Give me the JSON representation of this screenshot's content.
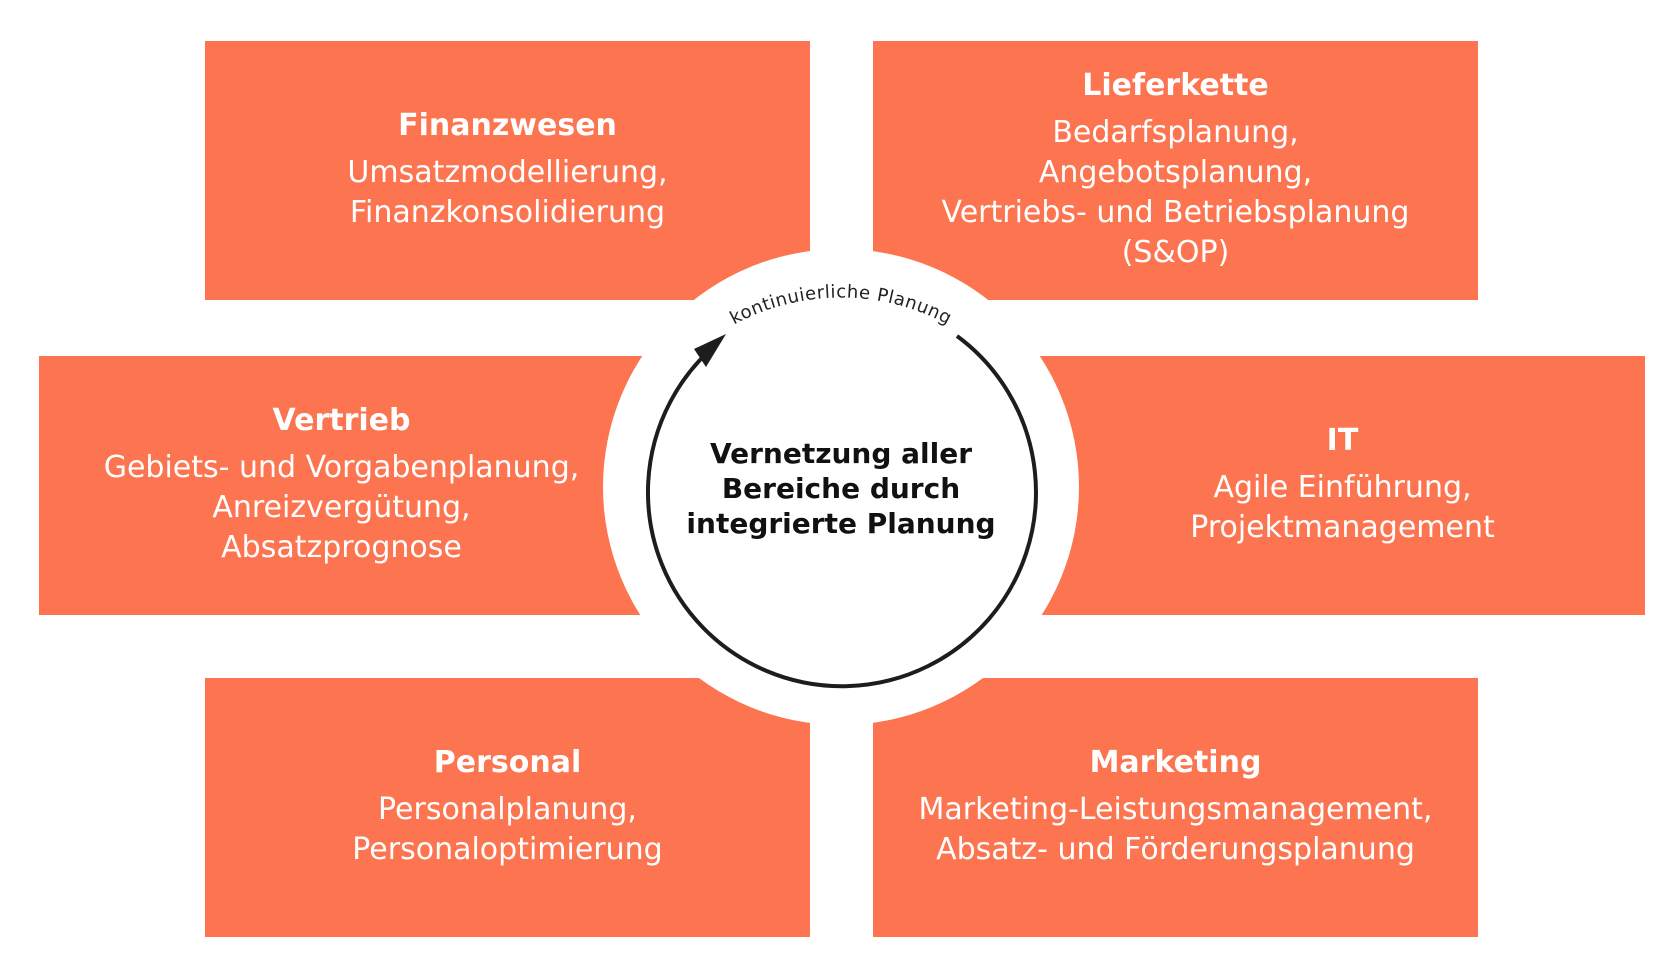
{
  "center": {
    "title": "Vernetzung aller\nBereiche durch\nintegrierte Planung",
    "cycle_label": "kontinuierliche Planung"
  },
  "areas": {
    "finanzwesen": {
      "title": "Finanzwesen",
      "text": "Umsatzmodellierung,\nFinanzkonsolidierung"
    },
    "lieferkette": {
      "title": "Lieferkette",
      "text": "Bedarfsplanung,\nAngebotsplanung,\nVertriebs- und Betriebsplanung\n(S&OP)"
    },
    "vertrieb": {
      "title": "Vertrieb",
      "text": "Gebiets- und Vorgabenplanung,\nAnreizvergütung,\nAbsatzprognose"
    },
    "it": {
      "title": "IT",
      "text": "Agile Einführung,\nProjektmanagement"
    },
    "personal": {
      "title": "Personal",
      "text": "Personalplanung,\nPersonaloptimierung"
    },
    "marketing": {
      "title": "Marketing",
      "text": "Marketing-Leistungsmanagement,\nAbsatz- und Förderungsplanung"
    }
  },
  "colors": {
    "box": "#FC7450",
    "text": "#111111"
  }
}
